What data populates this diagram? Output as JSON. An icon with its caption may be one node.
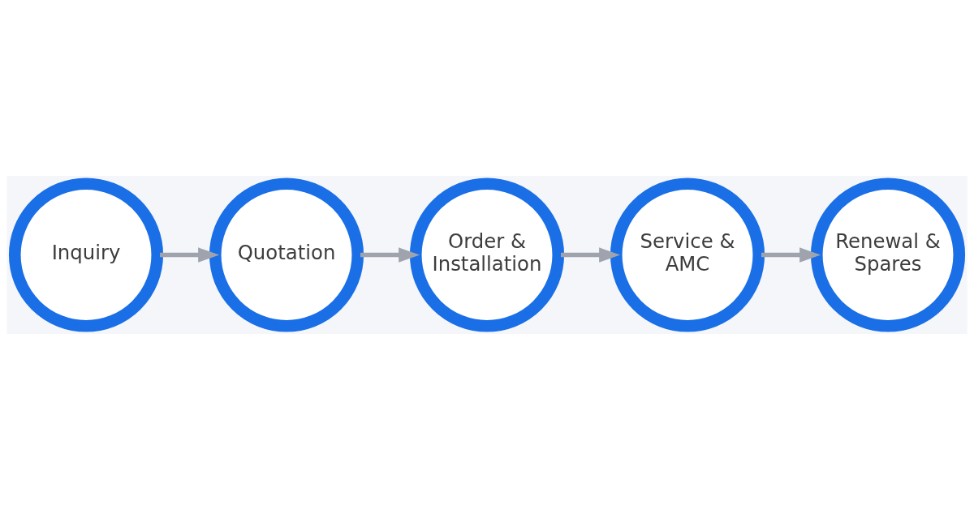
{
  "diagram": {
    "nodes": [
      {
        "text": [
          "Inquiry"
        ]
      },
      {
        "text": [
          "Quotation"
        ]
      },
      {
        "text": [
          "Order & Installation"
        ]
      },
      {
        "text": [
          "Service & AMC"
        ]
      },
      {
        "text": [
          "Renewal & Spares"
        ]
      }
    ],
    "edges": [
      {
        "from": 0,
        "to": 1,
        "arrow": "to"
      },
      {
        "from": 1,
        "to": 2,
        "arrow": "to"
      },
      {
        "from": 2,
        "to": 3,
        "arrow": "to"
      },
      {
        "from": 3,
        "to": 4,
        "arrow": "to"
      }
    ]
  }
}
